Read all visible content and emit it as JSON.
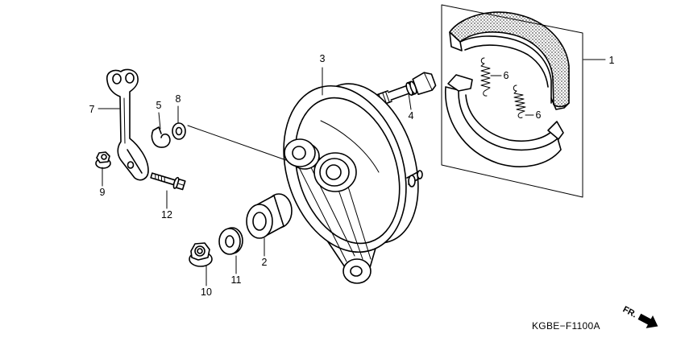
{
  "callouts": [
    "1",
    "2",
    "3",
    "4",
    "5",
    "6",
    "6",
    "7",
    "8",
    "9",
    "10",
    "11",
    "12"
  ],
  "diagram_code": "KGBE−F1100A",
  "front_indicator": "FR."
}
